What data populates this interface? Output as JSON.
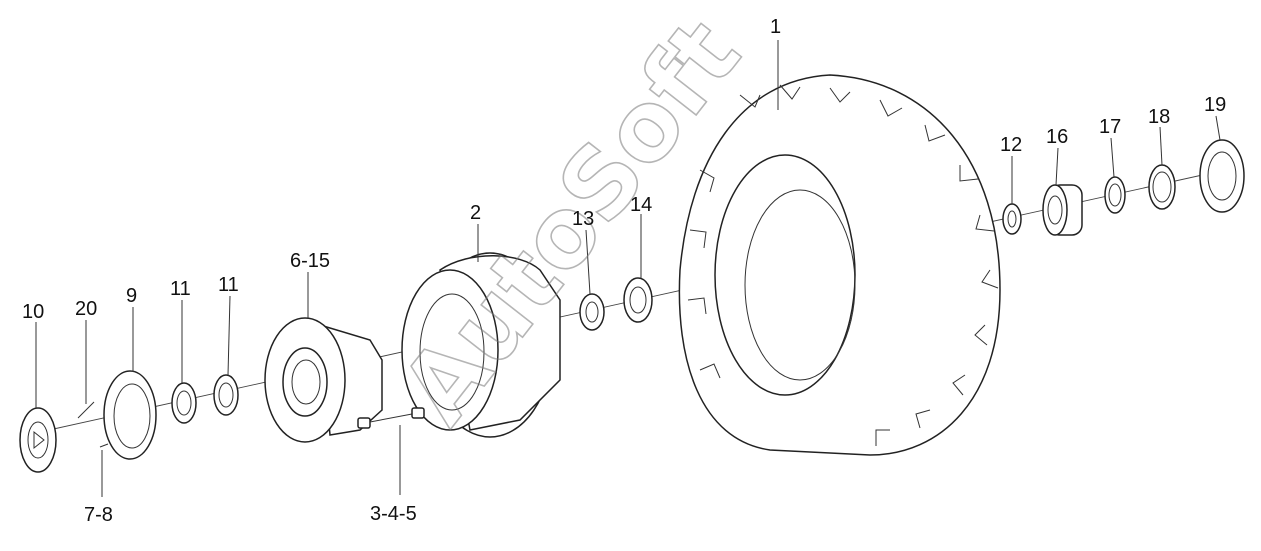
{
  "labels": {
    "l1": "1",
    "l2": "2",
    "l345": "3-4-5",
    "l615": "6-15",
    "l78": "7-8",
    "l9": "9",
    "l10": "10",
    "l11a": "11",
    "l11b": "11",
    "l12": "12",
    "l13": "13",
    "l14": "14",
    "l16": "16",
    "l17": "17",
    "l18": "18",
    "l19": "19",
    "l20": "20"
  },
  "watermark": "AutoSoft"
}
